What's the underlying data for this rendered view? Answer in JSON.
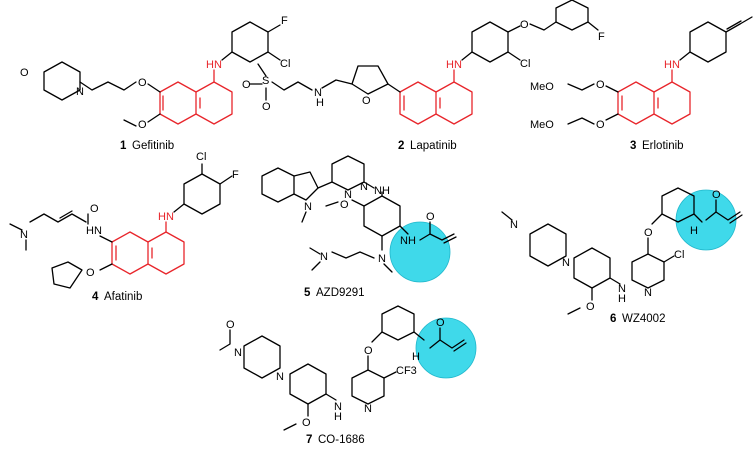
{
  "compounds": [
    {
      "num": "1",
      "name": "Gefitinib"
    },
    {
      "num": "2",
      "name": "Lapatinib"
    },
    {
      "num": "3",
      "name": "Erlotinib"
    },
    {
      "num": "4",
      "name": "Afatinib"
    },
    {
      "num": "5",
      "name": "AZD9291"
    },
    {
      "num": "6",
      "name": "WZ4002"
    },
    {
      "num": "7",
      "name": "CO-1686"
    }
  ],
  "atoms": {
    "hn": "HN",
    "nh": "NH",
    "h": "H",
    "n": "N",
    "o": "O",
    "s": "S",
    "f": "F",
    "cl": "Cl",
    "meo": "MeO",
    "cf3": "CF3"
  },
  "colors": {
    "core": "#e8252b",
    "highlight": "#3fd9ea"
  }
}
